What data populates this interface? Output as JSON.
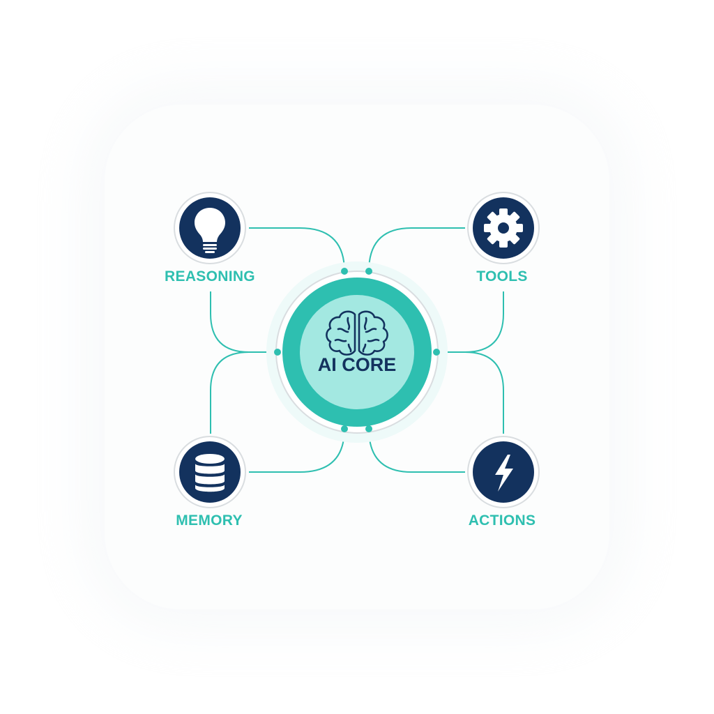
{
  "diagram": {
    "core": {
      "label": "AI CORE",
      "icon": "brain-icon"
    },
    "nodes": [
      {
        "id": "reasoning",
        "label": "REASONING",
        "icon": "lightbulb-icon"
      },
      {
        "id": "tools",
        "label": "TOOLS",
        "icon": "gear-icon"
      },
      {
        "id": "memory",
        "label": "MEMORY",
        "icon": "database-icon"
      },
      {
        "id": "actions",
        "label": "ACTIONS",
        "icon": "lightning-icon"
      }
    ]
  },
  "colors": {
    "accent": "#2ebfb0",
    "node_fill": "#13325e",
    "core_inner": "#a3e8e1",
    "core_ring": "#2ebfb0",
    "halo": "#eefaf9",
    "outline": "#d9dde0"
  }
}
